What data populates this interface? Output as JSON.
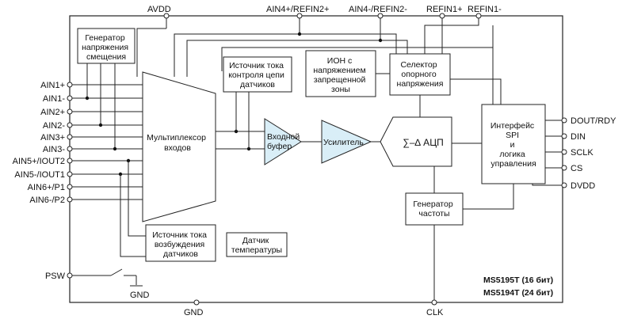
{
  "top_pins": {
    "avdd": "AVDD",
    "ain4p_refin2p": "AIN4+/REFIN2+",
    "ain4m_refin2m": "AIN4-/REFIN2-",
    "refin1p": "REFIN1+",
    "refin1m": "REFIN1-"
  },
  "left_pins": [
    "AIN1+",
    "AIN1-",
    "AIN2+",
    "AIN2-",
    "AIN3+",
    "AIN3-",
    "AIN5+/IOUT2",
    "AIN5-/IOUT1",
    "AIN6+/P1",
    "AIN6-/P2"
  ],
  "psw_pin": "PSW",
  "gnd_switch_label": "GND",
  "right_pins": [
    "DOUT/RDY",
    "DIN",
    "SCLK",
    "CS",
    "DVDD"
  ],
  "bottom_pins": {
    "gnd": "GND",
    "clk": "CLK"
  },
  "blocks": {
    "bias_generator": [
      "Генератор",
      "напряжения",
      "смещения"
    ],
    "multiplexer": [
      "Мультиплексор",
      "входов"
    ],
    "burnout_current": [
      "Источник тока",
      "контроля цепи",
      "датчиков"
    ],
    "bandgap": [
      "ИОН с",
      "напряжением",
      "запрещенной",
      "зоны"
    ],
    "ref_selector": [
      "Селектор",
      "опорного",
      "напряжения"
    ],
    "input_buffer": [
      "Входной",
      "буфер"
    ],
    "amplifier": "Усилитель",
    "adc": "∑–∆ АЦП",
    "spi_interface": [
      "Интерфейс",
      "SPI",
      "и",
      "логика",
      "управления"
    ],
    "clock_generator": [
      "Генератор",
      "частоты"
    ],
    "excitation_current": [
      "Источник тока",
      "возбуждения",
      "датчиков"
    ],
    "temp_sensor": [
      "Датчик",
      "температуры"
    ]
  },
  "part_numbers": [
    "MS5195T (16 бит)",
    "MS5194T (24 бит)"
  ],
  "colors": {
    "triangle_fill": "#d9eef7",
    "line": "#222222"
  }
}
